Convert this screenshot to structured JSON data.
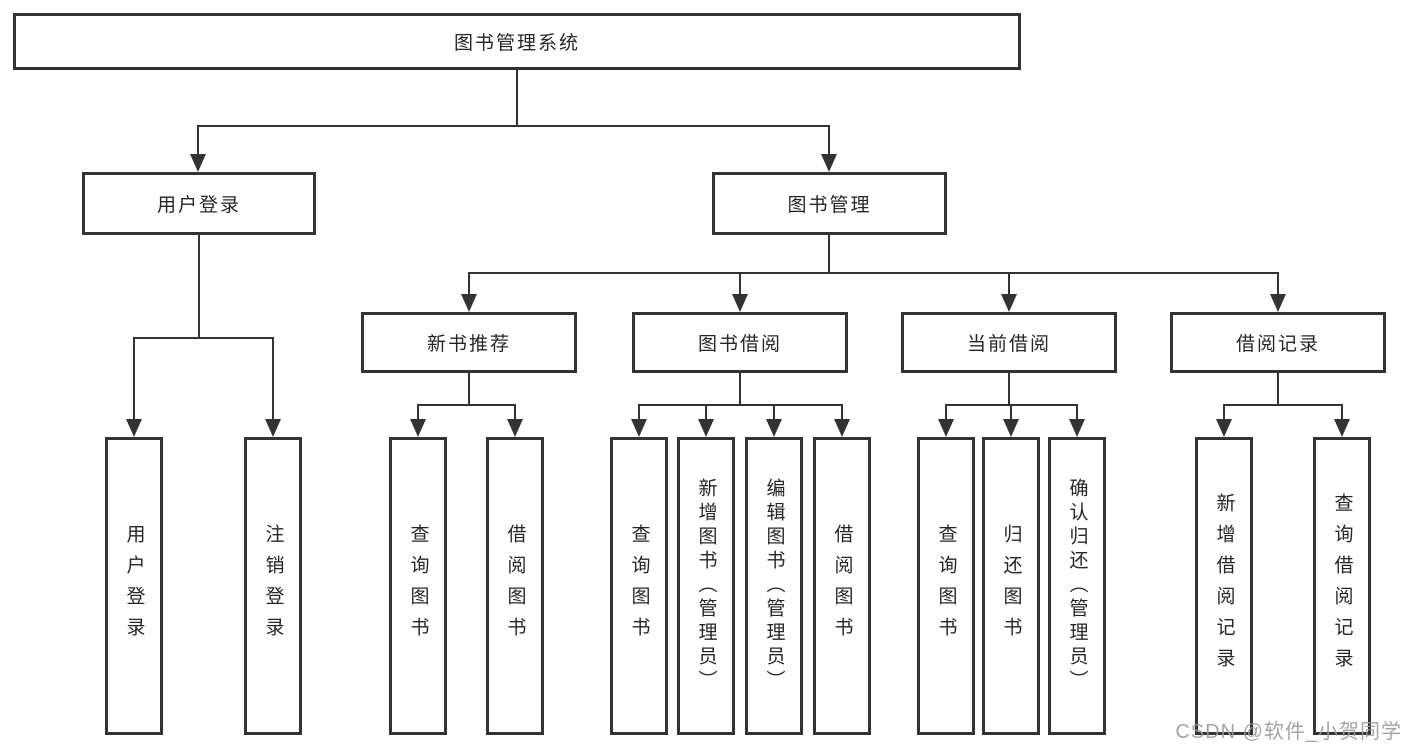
{
  "tree": {
    "root": "图书管理系统",
    "children": [
      {
        "label": "用户登录",
        "children": [
          "用户登录",
          "注销登录"
        ]
      },
      {
        "label": "图书管理",
        "children": [
          {
            "label": "新书推荐",
            "children": [
              "查询图书",
              "借阅图书"
            ]
          },
          {
            "label": "图书借阅",
            "children": [
              "查询图书",
              "新增图书（管理员）",
              "编辑图书（管理员）",
              "借阅图书"
            ]
          },
          {
            "label": "当前借阅",
            "children": [
              "查询图书",
              "归还图书",
              "确认归还（管理员）"
            ]
          },
          {
            "label": "借阅记录",
            "children": [
              "新增借阅记录",
              "查询借阅记录"
            ]
          }
        ]
      }
    ]
  },
  "watermark": {
    "text": "CSDN @软件_小贺同学"
  },
  "colors": {
    "line": "#333333",
    "box_border": "#333333",
    "text": "#262626",
    "watermark": "#9b9b9b",
    "background": "#ffffff"
  }
}
